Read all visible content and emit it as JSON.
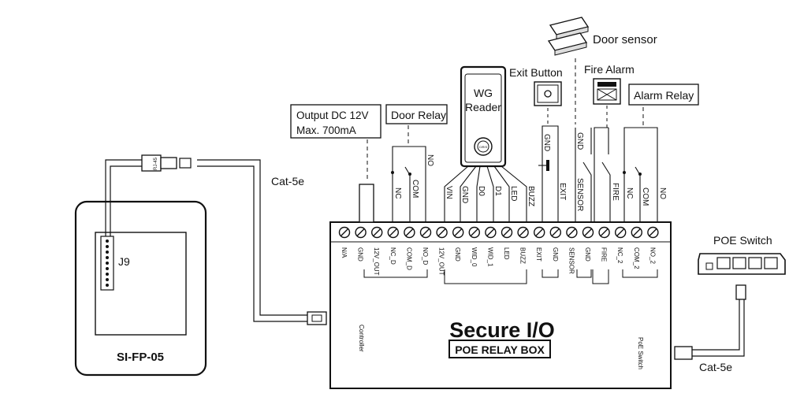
{
  "device": {
    "label": "SI-FP-05",
    "connector": "J9"
  },
  "rj45_plug": "RJ-45",
  "cables": {
    "left": "Cat-5e",
    "right": "Cat-5e"
  },
  "poe_switch": "POE Switch",
  "output_box": {
    "line1": "Output DC 12V",
    "line2": "Max. 700mA"
  },
  "door_relay": "Door Relay",
  "wg_reader": {
    "line1": "WG",
    "line2": "Reader",
    "logo": "CiRIS"
  },
  "exit_button": "Exit Button",
  "door_sensor": "Door sensor",
  "fire_alarm": "Fire Alarm",
  "alarm_relay": "Alarm Relay",
  "wire_labels": {
    "door_nc": "NC",
    "door_com": "COM",
    "door_no": "NO",
    "vin": "VIN",
    "gnd": "GND",
    "d0": "D0",
    "d1": "D1",
    "led": "LED",
    "buzz": "BUZZ",
    "exit_gnd": "GND",
    "exit": "EXIT",
    "sensor_gnd": "GND",
    "sensor": "SENSOR",
    "fire": "FIRE",
    "alarm_nc": "NC",
    "alarm_com": "COM",
    "alarm_no": "NO"
  },
  "terminals": [
    "N/A",
    "GND",
    "12V_OUT",
    "NC_D",
    "COM_D",
    "NO_D",
    "12V_OUT",
    "GND",
    "WID_0",
    "WID_1",
    "LED",
    "BUZZ",
    "EXIT",
    "GND",
    "SENSOR",
    "GND",
    "FIRE",
    "NC_2",
    "COM_2",
    "NO_2"
  ],
  "box": {
    "side_left": "Controller",
    "side_right": "PoE Switch",
    "brand": "Secure I/O",
    "subtitle": "POE RELAY BOX"
  }
}
